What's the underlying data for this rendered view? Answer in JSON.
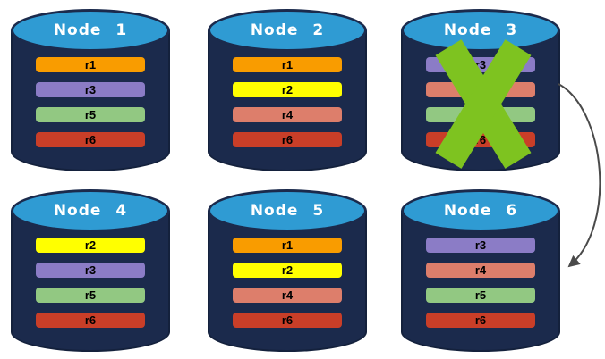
{
  "colors": {
    "background": "#FFFFFF",
    "cylinder_body": "#1B2A4C",
    "cylinder_outline": "#14213C",
    "ellipse_fill": "#2F9BD3",
    "node_label_text": "#FFFFFF",
    "replica_label_text": "#000000",
    "x_mark": "#7EC320",
    "arrow": "#4A4A4A"
  },
  "replica_colors": {
    "r1": "#F99C00",
    "r2": "#FFFF00",
    "r3": "#8B7CC6",
    "r4": "#DD7E6B",
    "r5": "#92C882",
    "r6": "#C93E28"
  },
  "nodes": [
    {
      "label": "Node 1",
      "failed": false,
      "replicas": [
        "r1",
        "r3",
        "r5",
        "r6"
      ]
    },
    {
      "label": "Node 2",
      "failed": false,
      "replicas": [
        "r1",
        "r2",
        "r4",
        "r6"
      ]
    },
    {
      "label": "Node 3",
      "failed": true,
      "replicas": [
        "r3",
        "r4",
        "r5",
        "r6"
      ]
    },
    {
      "label": "Node 4",
      "failed": false,
      "replicas": [
        "r2",
        "r3",
        "r5",
        "r6"
      ]
    },
    {
      "label": "Node 5",
      "failed": false,
      "replicas": [
        "r1",
        "r2",
        "r4",
        "r6"
      ]
    },
    {
      "label": "Node 6",
      "failed": false,
      "replicas": [
        "r3",
        "r4",
        "r5",
        "r6"
      ]
    }
  ],
  "annotations": {
    "failure_x_on": "Node 3",
    "arrow": {
      "from": "Node 3",
      "to": "Node 6"
    }
  }
}
